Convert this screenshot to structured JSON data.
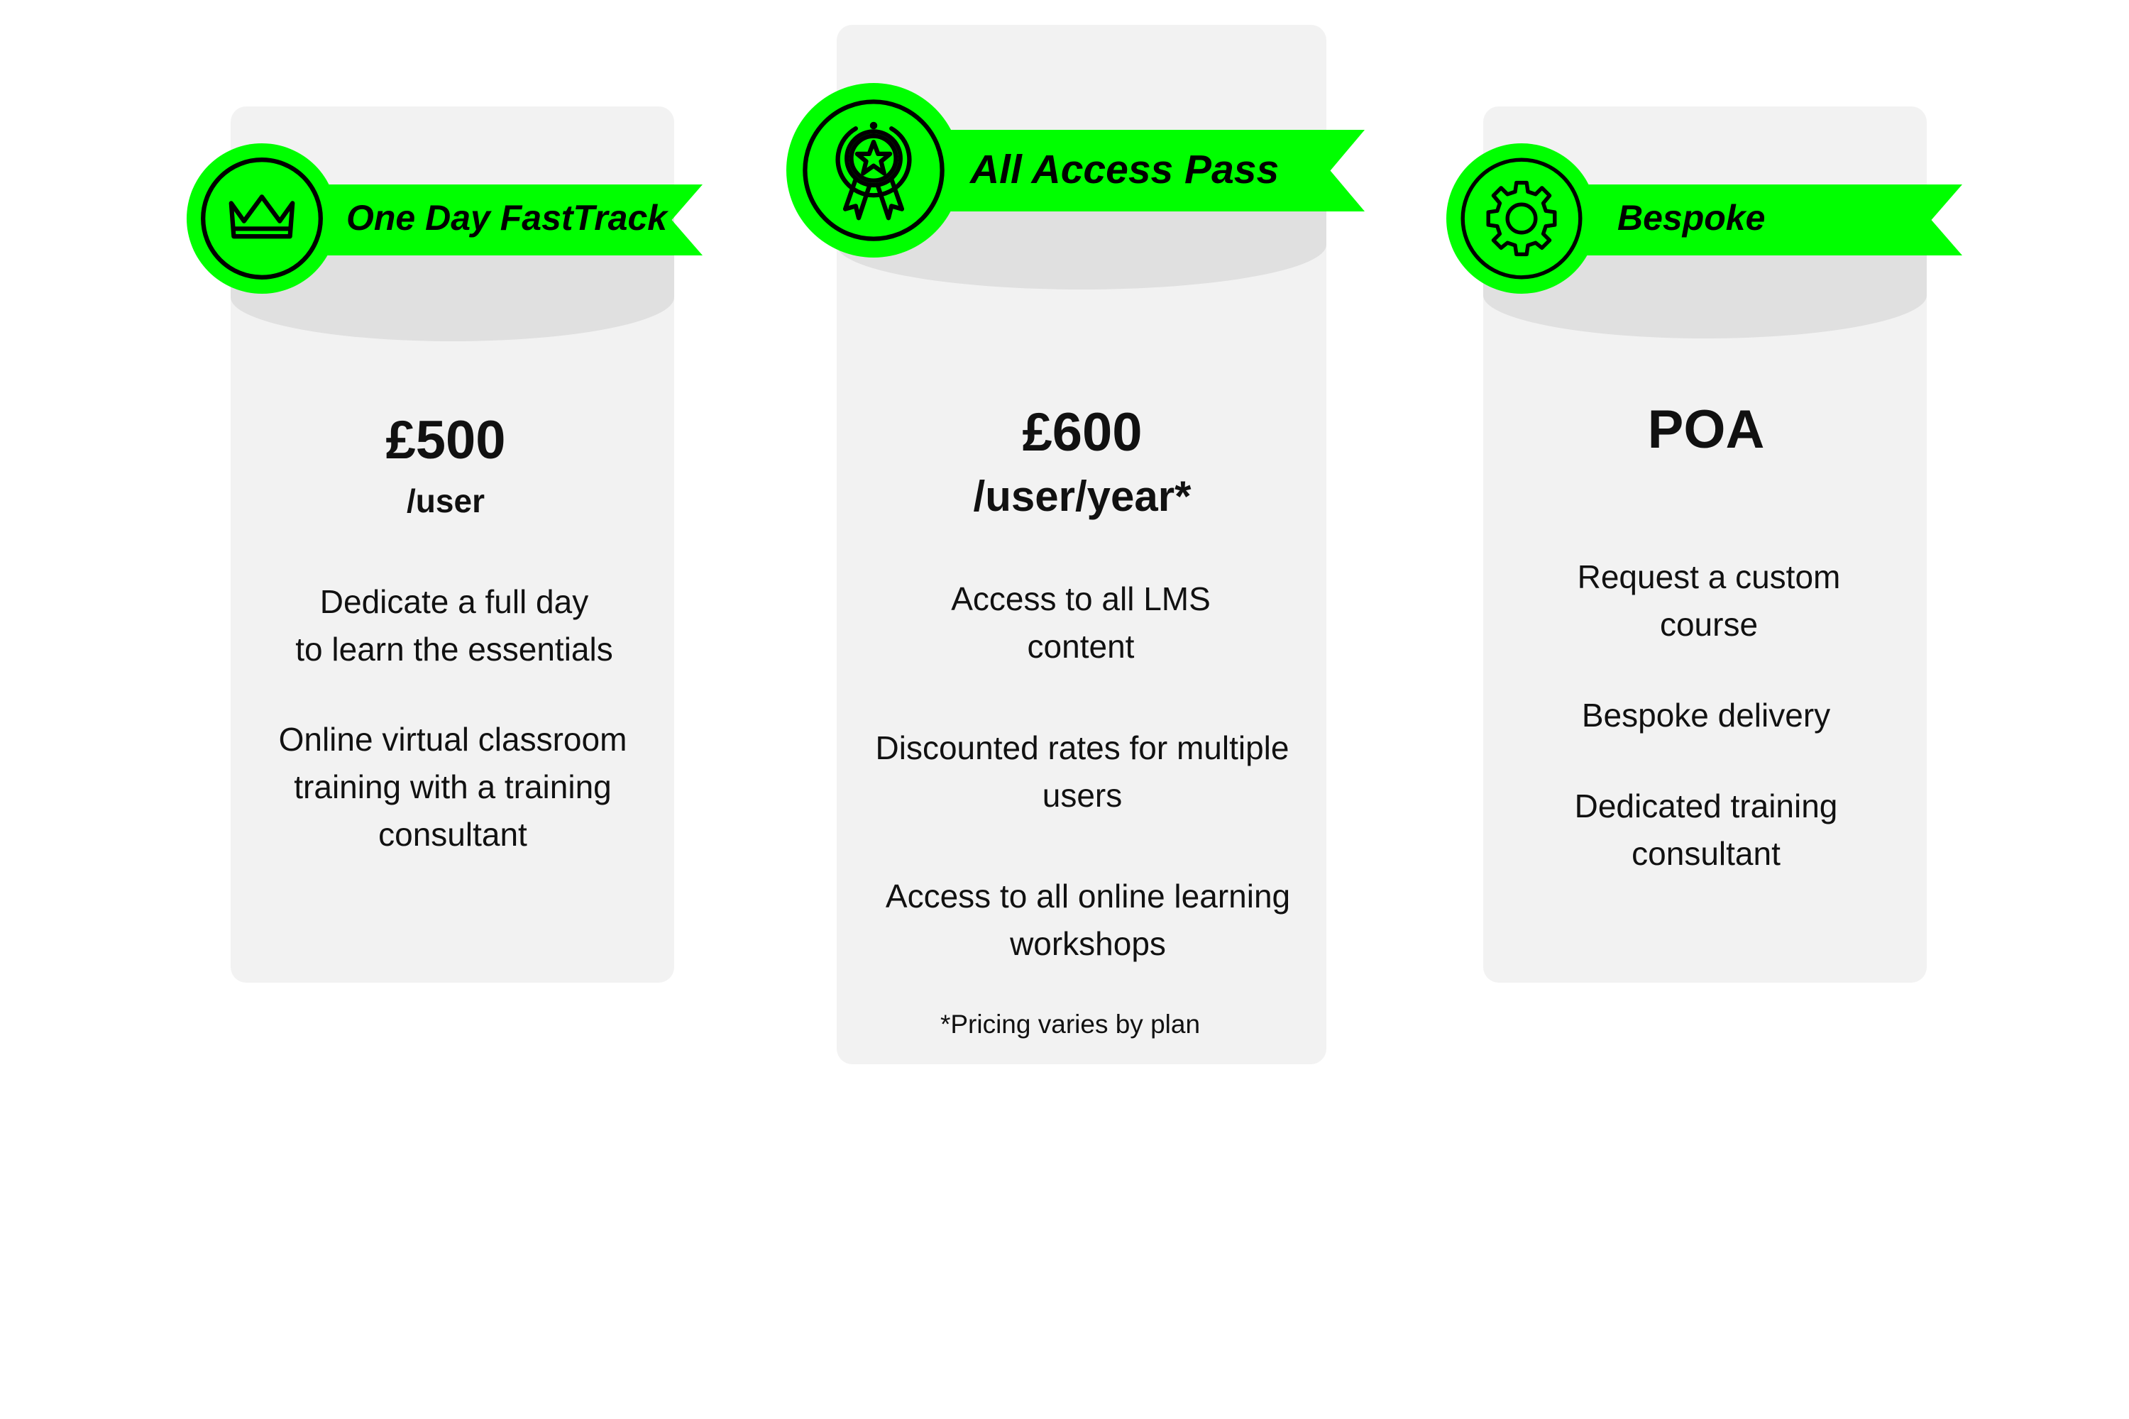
{
  "colors": {
    "accent": "#00ff00",
    "card": "#f2f2f2",
    "band": "#e0e0e0"
  },
  "plans": [
    {
      "name": "One Day FastTrack",
      "icon": "crown-icon",
      "price": "£500",
      "unit": "/user",
      "features": [
        [
          "Dedicate a full day",
          "to learn the essentials"
        ],
        [
          "Online virtual classroom",
          "training with a training",
          "consultant"
        ]
      ]
    },
    {
      "name": "All Access Pass",
      "icon": "award-medal-icon",
      "price": "£600",
      "unit": "/user/year*",
      "features": [
        [
          "Access to all LMS",
          "content"
        ],
        [
          "Discounted rates for multiple",
          "users"
        ],
        [
          "Access to all online learning",
          "workshops"
        ]
      ],
      "footnote": "*Pricing varies by plan"
    },
    {
      "name": "Bespoke",
      "icon": "gear-icon",
      "price": "POA",
      "features": [
        [
          "Request a custom",
          "course"
        ],
        [
          "Bespoke delivery"
        ],
        [
          "Dedicated training",
          "consultant"
        ]
      ]
    }
  ]
}
